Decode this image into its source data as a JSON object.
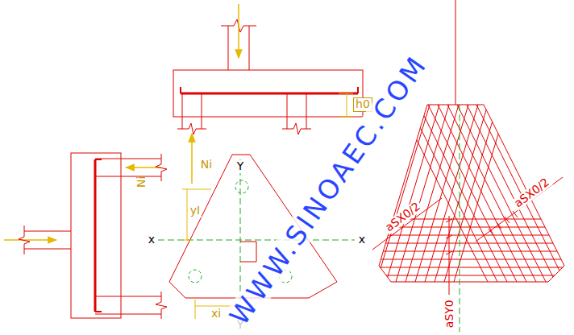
{
  "diagram": {
    "labels": [
      "h0",
      "Ni",
      "Ni",
      "Y",
      "x",
      "x",
      "yI",
      "Y",
      "xi",
      "aSX0/2",
      "aSX0/2",
      "aSY0",
      "WWW.SINOAEC.COM"
    ]
  }
}
